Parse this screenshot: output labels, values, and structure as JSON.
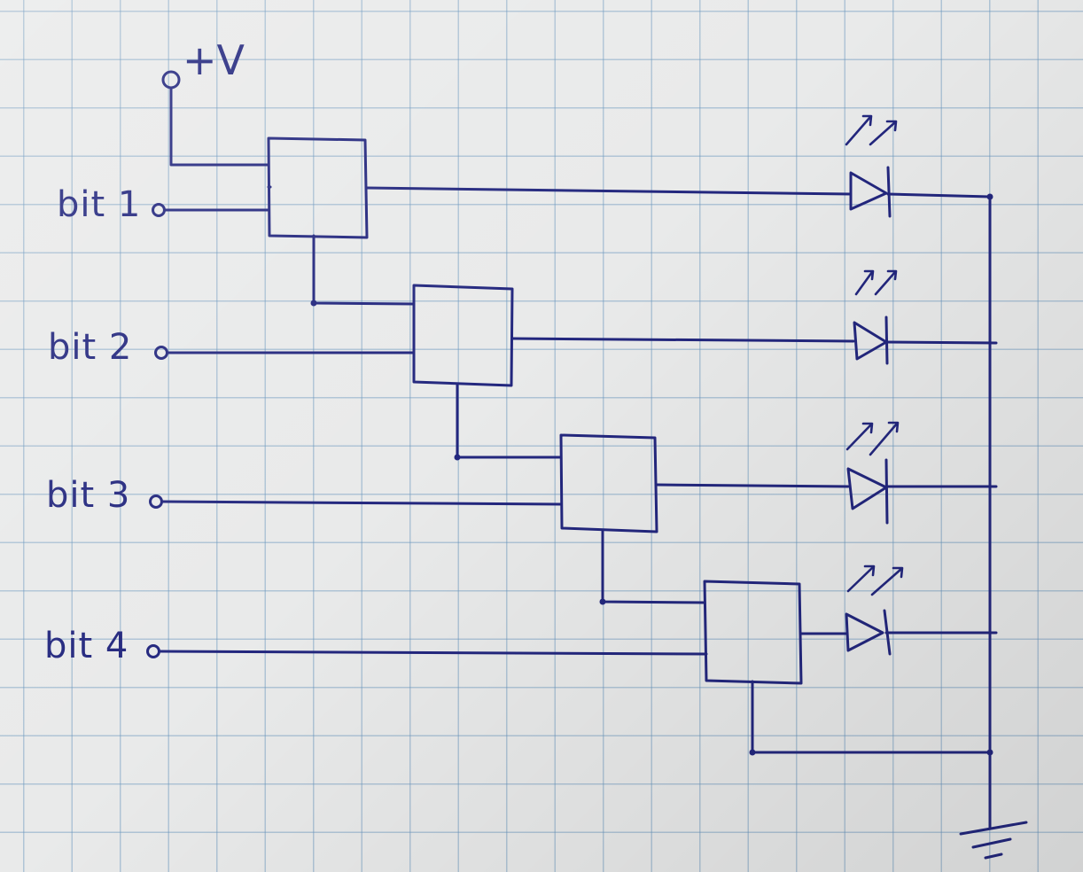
{
  "supply": {
    "label": "+V"
  },
  "inputs": [
    {
      "label": "bit 1"
    },
    {
      "label": "bit 2"
    },
    {
      "label": "bit 3"
    },
    {
      "label": "bit 4"
    }
  ],
  "logic_blocks": [
    {
      "stage": 1
    },
    {
      "stage": 2
    },
    {
      "stage": 3
    },
    {
      "stage": 4
    }
  ],
  "outputs": [
    {
      "type": "led"
    },
    {
      "type": "led"
    },
    {
      "type": "led"
    },
    {
      "type": "led"
    }
  ],
  "ground": {
    "symbol": "ground-icon"
  },
  "colors": {
    "ink": "#23277e",
    "paper": "#e9eaea",
    "grid": "#6896be"
  }
}
